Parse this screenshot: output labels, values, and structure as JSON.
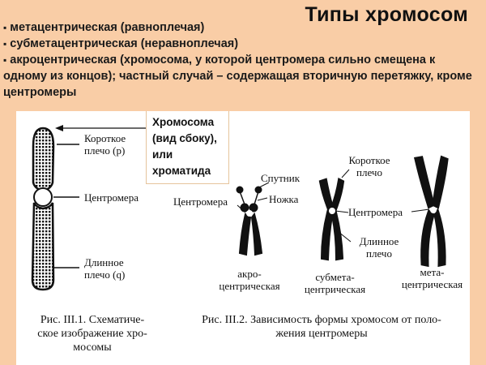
{
  "slide": {
    "title": "Типы хромосом",
    "bullets": [
      "метацентрическая (равноплечая)",
      "субметацентрическая (неравноплечая)",
      "акроцентрическая (хромосома, у которой центромера сильно смещена к одному из концов); частный случай – содержащая вторичную перетяжку, кроме центромеры"
    ],
    "colors": {
      "background": "#f9cda6",
      "panel": "#ffffff",
      "callout_border": "#e6c49c"
    }
  },
  "figure1": {
    "labels": {
      "short_arm_line1": "Короткое",
      "short_arm_line2": "плечо (p)",
      "centromere": "Центромера",
      "long_arm_line1": "Длинное",
      "long_arm_line2": "плечо (q)"
    },
    "callout": {
      "line1": "Хромосома",
      "line2": "(вид сбоку),",
      "line3": "или",
      "line4": "хроматида"
    },
    "caption": {
      "line1": "Рис. III.1. Схематиче-",
      "line2": "ское изображение хро-",
      "line3": "мосомы"
    }
  },
  "figure2": {
    "acro": {
      "centromere": "Центромера",
      "satellite": "Спутник",
      "stalk": "Ножка",
      "name_line1": "акро-",
      "name_line2": "центрическая"
    },
    "submeta": {
      "short_arm_line1": "Короткое",
      "short_arm_line2": "плечо",
      "centromere": "Центромера",
      "long_arm_line1": "Длинное",
      "long_arm_line2": "плечо",
      "name_line1": "субмета-",
      "name_line2": "центрическая"
    },
    "meta": {
      "name_line1": "мета-",
      "name_line2": "центрическая"
    },
    "caption": {
      "line1": "Рис. III.2. Зависимость формы хромосом от поло-",
      "line2": "жения  центромеры"
    }
  }
}
